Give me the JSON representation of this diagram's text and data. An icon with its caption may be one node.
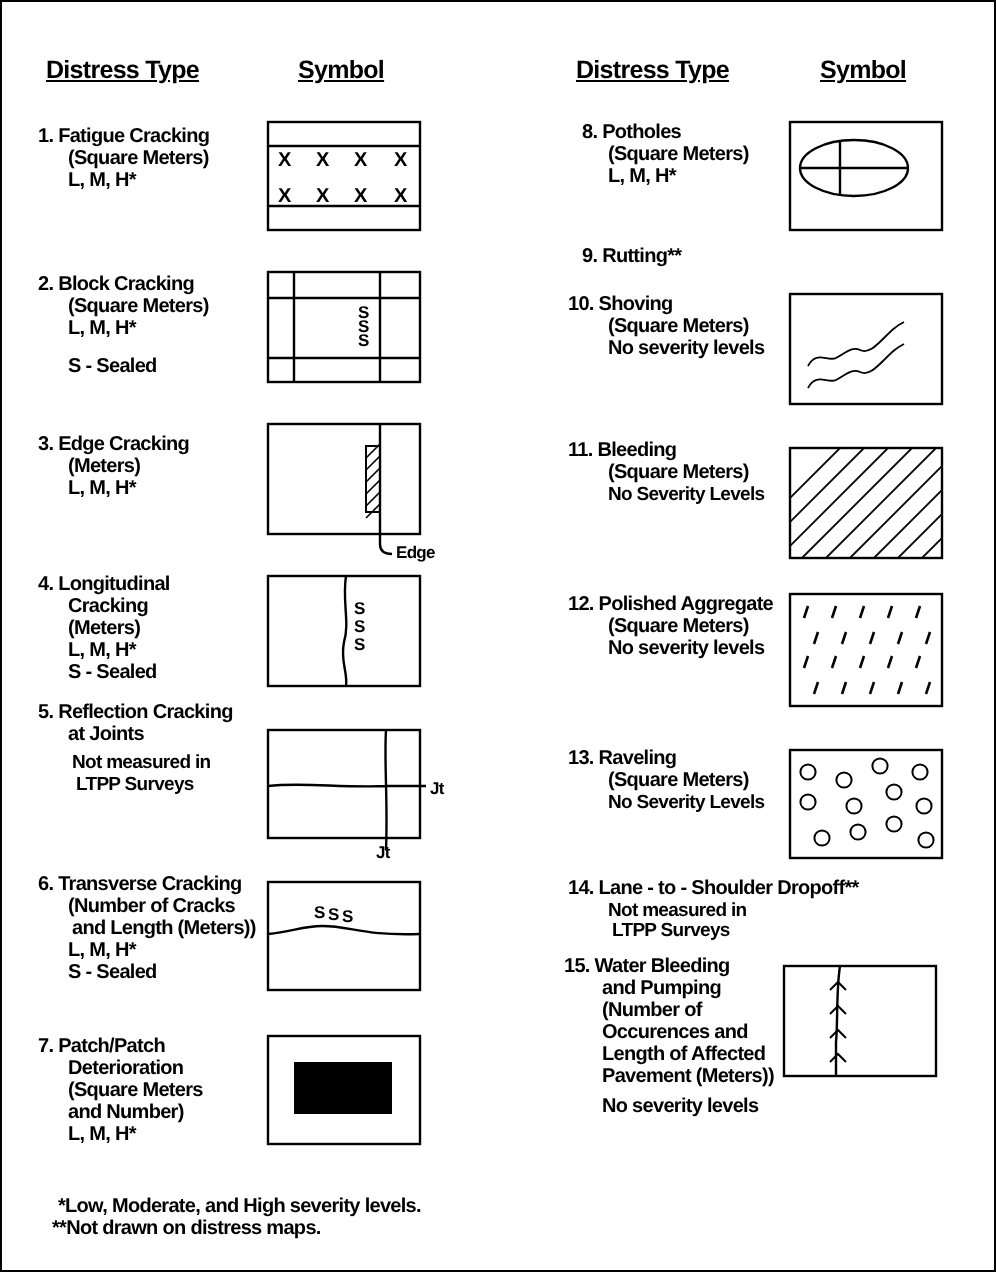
{
  "diagram": {
    "labels": [
      "Distress Type",
      "Symbol",
      "Distress Type",
      "Symbol",
      "1. Fatigue Cracking",
      "(Square Meters)",
      "L, M, H*",
      "X",
      "X",
      "X",
      "X",
      "X",
      "X",
      "X",
      "X",
      "2. Block Cracking",
      "(Square Meters)",
      "L, M, H*",
      "S - Sealed",
      "S",
      "S",
      "S",
      "3. Edge Cracking",
      "(Meters)",
      "L, M, H*",
      "Edge",
      "4. Longitudinal",
      "Cracking",
      "(Meters)",
      "L, M, H*",
      "S - Sealed",
      "S",
      "S",
      "S",
      "5. Reflection Cracking",
      "at Joints",
      "Not measured in",
      "LTPP Surveys",
      "Jt",
      "Jt",
      "6. Transverse Cracking",
      "(Number of Cracks",
      "and Length (Meters))",
      "L, M, H*",
      "S - Sealed",
      "S",
      "S",
      "S",
      "7. Patch/Patch",
      "Deterioration",
      "(Square Meters",
      "and Number)",
      "L, M, H*",
      "8. Potholes",
      "(Square Meters)",
      "L, M, H*",
      "9. Rutting**",
      "10. Shoving",
      "(Square Meters)",
      "No severity levels",
      "11. Bleeding",
      "(Square Meters)",
      "No Severity Levels",
      "12. Polished Aggregate",
      "(Square Meters)",
      "No severity levels",
      "13. Raveling",
      "(Square Meters)",
      "No Severity Levels",
      "14. Lane - to - Shoulder Dropoff**",
      "Not measured in",
      "LTPP Surveys",
      "15. Water Bleeding",
      "and Pumping",
      "(Number of",
      "Occurences and",
      "Length of Affected",
      "Pavement (Meters))",
      "No severity levels",
      "*Low, Moderate, and High severity levels.",
      "**Not drawn on distress maps."
    ]
  }
}
